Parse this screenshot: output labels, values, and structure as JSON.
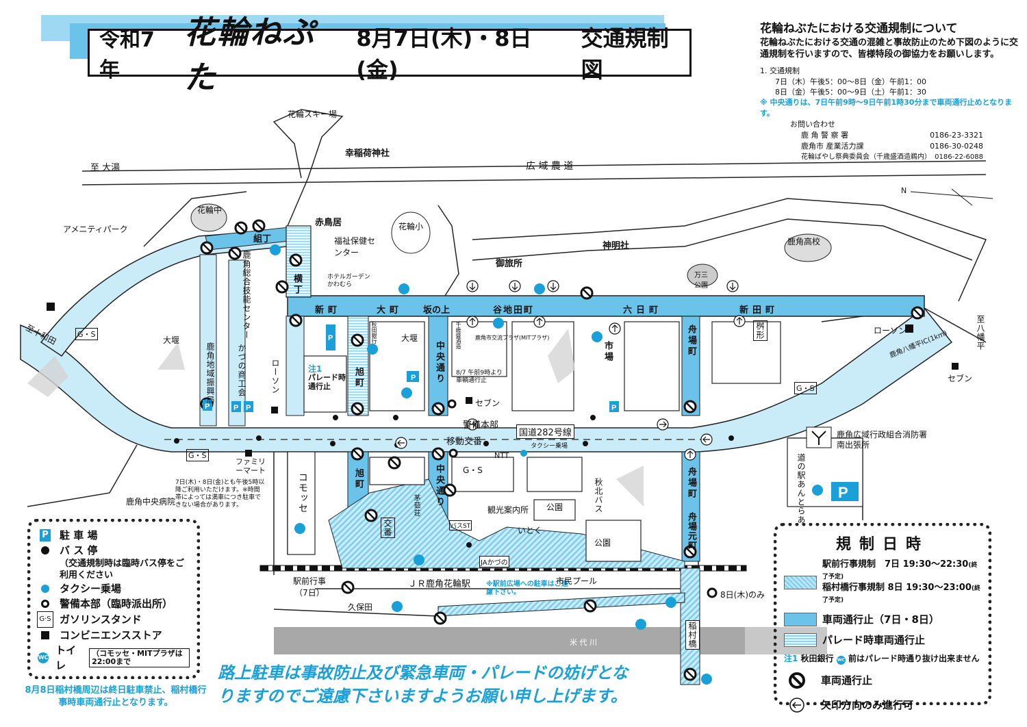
{
  "title": {
    "year": "令和7年",
    "name": "花輪ねぷた",
    "dates": "8月7日(木)・8日(金)",
    "subtitle": "交通規制図"
  },
  "notice": {
    "heading": "花輪ねぶたにおける交通規制について",
    "body": "花輪ねぶたにおける交通の混雑と事故防止のため下図のように交通規制を行いますので、皆様特段の御協力をお願いします。",
    "section_label": "1. 交通規制",
    "schedule": [
      "7日（木）午後5：00～8日（金）午前1：00",
      "8日（金）午後5：00～9日（土）午前1：30"
    ],
    "central_note": "※ 中央通りは、7日午前9時～9日午前1時30分まで車両通行止めとなります。",
    "inquiry_label": "お問い合わせ",
    "contacts": [
      {
        "name": "鹿 角 警 察 署",
        "phone": "0186-23-3321"
      },
      {
        "name": "鹿角市 産業活力課",
        "phone": "0186-30-0248"
      },
      {
        "name": "花輪ばやし祭典委員会（千歳盛酒造鵜内）",
        "phone": "0186-22-6088"
      }
    ]
  },
  "map": {
    "north": "N",
    "places": {
      "ski": "花輪スキー場",
      "shrine": "幸稲荷神社",
      "to_oyu": "至 大湯",
      "farm_road": "広 域 農 道",
      "amenity": "アメニティパーク",
      "hanawa_jhs": "花輪中",
      "akatorii": "赤鳥居",
      "welfare": "福祉保健センター",
      "hanawa_es": "花輪小",
      "shinmeisha": "神明社",
      "otabisho": "御旅所",
      "sanpo_park": "万三公園",
      "kazuno_hs": "鹿角高校",
      "kumicho": "組丁",
      "yokocho": "横丁",
      "skill_center": "鹿角総合技能センター",
      "hotel_garden": "ホテルガーデンかわむら",
      "shinmachi": "新町",
      "omachi": "大町",
      "sakanoue": "坂の上",
      "yachita": "谷地田町",
      "muika": "六日町",
      "shinden": "新田町",
      "masugata": "桝形",
      "lawson": "ローソン",
      "to_hachimantai": "至八幡平",
      "ic": "鹿角八幡平IC(1km)",
      "seven": "セブン",
      "to_towada": "至十和田",
      "oseki": "大堰",
      "oseki2": "大堰",
      "shinko": "鹿角地域振興局",
      "kazuno_shokai": "かづの商工会",
      "lawson2": "ローソン",
      "note1_label": "注1",
      "parade_stop": "パレード時通行止",
      "asahi": "旭町",
      "chuo": "中央通り",
      "akita_bank": "秋田銀行",
      "exchange_plaza": "鹿角市交流プラザ(MITプラザ)",
      "chitose": "千歳盛酒造",
      "central_closed": "8/7 午前9時より車輌通行止",
      "seven2": "セブン",
      "hq": "警備本部",
      "route282": "国道282号線",
      "ichiba": "市場",
      "funaba": "舟場町",
      "mobile_koban": "移動交番",
      "taxi": "タクシー乗場",
      "ntt": "NTT",
      "gs": "G・S",
      "gs_left": "G・S",
      "gs_right": "G・S",
      "gs_bottom": "G・S",
      "family_mart": "ファミリーマート",
      "parking_note": "7日(木)・8日(金)とも午後5時以降ご利用いただけます。※時間帯によっては満車につき駐車できない場合があります。",
      "kazuno_hospital": "鹿角中央病院",
      "comosse": "コモッセ",
      "kanko": "観光案内所",
      "kouen": "公園",
      "kouen2": "公園",
      "itoku": "いとく",
      "shuhoku_bus": "秋北バス",
      "funaba_moto": "舟場元町",
      "fire_station": "鹿角広域行政組合消防署南出張所",
      "michinoeki": "道の駅あんとらあ",
      "kayabuki": "茅茹荘",
      "koban": "交番",
      "bus_st": "バスST",
      "ja": "JAかづの",
      "eki_event": "駅前行事（7日）",
      "station": "ＪＲ鹿角花輪駅",
      "plaza_note": "※駅前広場への駐車はご遠慮下さい。",
      "pool": "市民プール",
      "kubota": "久保田",
      "river": "米 代 川",
      "inamura": "稲村橋",
      "only8": "8日(木)のみ"
    }
  },
  "legend_left": {
    "parking": "駐 車 場",
    "bus": "バ ス 停",
    "bus_note": "（交通規制時は臨時バス停をご利用ください",
    "taxi": "タクシー乗場",
    "hq": "警備本部（臨時派出所）",
    "gs_sym": "G·S",
    "gs": "ガソリンスタンド",
    "conv": "コンビニエンスストア",
    "toilet": "トイレ",
    "toilet_note": "（コモッセ・MITプラザは22:00まで"
  },
  "footer": {
    "left": "8月8日稲村橋周辺は終日駐車禁止、稲村橋行事時車両通行止となります。",
    "main": "路上駐車は事故防止及び緊急車両・パレードの妨げとなりますのでご遠慮下さいますようお願い申し上げます。"
  },
  "legend_right": {
    "title": "規制日時",
    "r1a": "駅前行事規制　7日 19:30～22:30",
    "r1a_note": "(終了予定)",
    "r1b": "稲村橋行事規制 8日 19:30～23:00",
    "r1b_note": "(終了予定)",
    "r2": "車両通行止（7日・8日）",
    "r3": "パレード時車両通行止",
    "note_label": "注1",
    "note_body_a": "秋田銀行",
    "note_body_b": "前はパレード時通り抜け出来ません",
    "r4": "車両通行止",
    "r5": "矢印方向のみ進行可"
  },
  "colors": {
    "road_closed": "#6cc3ea",
    "road_light": "#b8e6f6",
    "accent": "#1aa0d8"
  }
}
